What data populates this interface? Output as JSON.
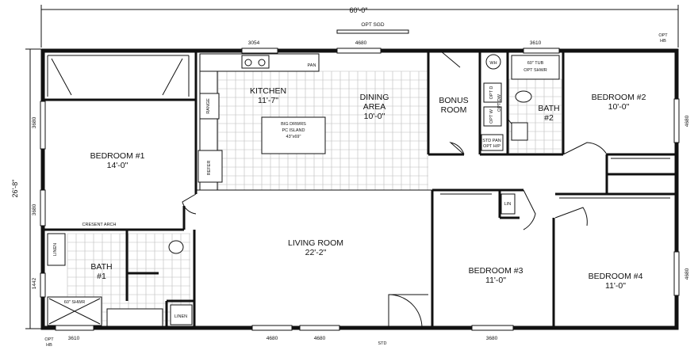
{
  "overall": {
    "width": "60'-0\"",
    "depth": "26'-8\""
  },
  "left_dims": [
    "3680",
    "3680",
    "1442"
  ],
  "top_dims": [
    "3054",
    "4680",
    "3610"
  ],
  "bottom_dims": [
    "3610",
    "4680",
    "4680",
    "3680"
  ],
  "right_dims": [
    "4680",
    "4680"
  ],
  "rooms": {
    "kitchen": {
      "name": "KITCHEN",
      "size": "11'-7\""
    },
    "dining": {
      "name": "DINING",
      "name2": "AREA",
      "size": "10'-0\""
    },
    "bonus": {
      "name": "BONUS",
      "name2": "ROOM"
    },
    "bath2": {
      "name": "BATH",
      "num": "#2"
    },
    "bedroom2": {
      "name": "BEDROOM #2",
      "size": "10'-0\""
    },
    "bedroom1": {
      "name": "BEDROOM #1",
      "size": "14'-0\""
    },
    "living": {
      "name": "LIVING ROOM",
      "size": "22'-2\""
    },
    "bath1": {
      "name": "BATH",
      "num": "#1"
    },
    "bedroom3": {
      "name": "BEDROOM #3",
      "size": "11'-0\""
    },
    "bedroom4": {
      "name": "BEDROOM #4",
      "size": "11'-0\""
    }
  },
  "labels": {
    "opt_sgd": "OPT SGD",
    "opt_hb_top": [
      "OPT",
      "HB"
    ],
    "opt_hb_bottom": [
      "OPT",
      "HB"
    ],
    "std": "STD",
    "pan": "PAN",
    "range": "RANGE",
    "refer": "REFER",
    "island": [
      "BIG DRWRS",
      "PC ISLAND",
      "43\"x69\""
    ],
    "wh": "WH",
    "tub": [
      "60\" TUB",
      "OPT SHWR"
    ],
    "opt_d": "OPT D",
    "opt_w": "OPT W",
    "opt_dw": "OPT DW",
    "std_pan": [
      "STD PAN",
      "OPT H/P"
    ],
    "crescent": "CRESENT ARCH",
    "linen1": "LINEN",
    "linen2": "LINEN",
    "lin": "LIN",
    "shower": "60\" SHWR"
  }
}
